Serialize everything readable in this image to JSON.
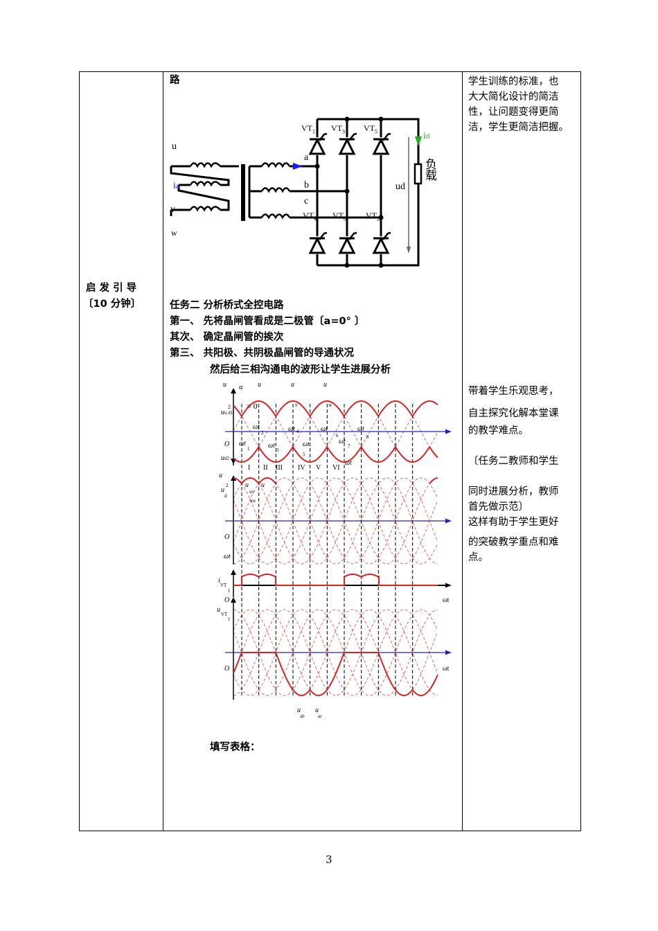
{
  "left_col": {
    "stage": "启 发 引 导",
    "duration": "〔10 分钟〕"
  },
  "middle": {
    "heading_tail": "路",
    "circuit": {
      "primary_labels": [
        "u",
        "i",
        "a",
        "v",
        "w"
      ],
      "secondary_labels": [
        "a",
        "b",
        "c"
      ],
      "thyristors_top": [
        "VT",
        "1",
        "VT",
        "3",
        "VT",
        "5"
      ],
      "thyristors_bottom": [
        "VT",
        "4",
        "VT",
        "6",
        "VT",
        "2"
      ],
      "ud": "ud",
      "id": "i",
      "id_sub": "d",
      "load": [
        "负",
        "载"
      ],
      "colors": {
        "ia": "#1a1aff",
        "id": "#22aa22"
      }
    },
    "task_lines": [
      "任务二  分析桥式全控电路",
      "第一、  先将晶闸管看成是二极管〔a=0°  〕",
      "其次、  确定晶闸管的挨次",
      "第三、  共阳极、共阴极晶闸管的导通状况",
      "然后给三相沟通电的波形让学生进展分析"
    ],
    "waveform": {
      "labels": {
        "u": "u",
        "alpha": "α",
        "eq0": "= 0",
        "v": "v",
        "w": "w",
        "two": "2",
        "ud1": "u",
        "ud1_sub": "u d1",
        "wt": "ωt",
        "s1": "1",
        "s2": "2",
        "s3": "3",
        "s4": "4",
        "s5": "5",
        "s6": "6",
        "s7": "7",
        "s8": "8",
        "O": "O",
        "ud2": "u",
        "ud2_sub": "d2",
        "roman": [
          "I",
          "II",
          "III",
          "IV",
          "V",
          "VI"
        ],
        "ud_sub": "d",
        "uv": "uv",
        "uw": "uw",
        "ivt": "i",
        "vt_sub": "VT",
        "one": "1",
        "uvt": "u",
        "uab": "u",
        "ab": "ab",
        "uac": "u",
        "ac": "ac"
      },
      "colors": {
        "wave": "#dd2222",
        "axis": "#2222cc"
      }
    },
    "fill_table": "填写表格："
  },
  "right_col": {
    "block1": [
      "学生训练的标准，也",
      "大大简化设计的简洁",
      "性，让问题变得更简",
      "洁，学生更简洁把握。"
    ],
    "block2": [
      "带着学生乐观思考，",
      "自主探究化解本堂课",
      "的教学难点。",
      "〔任务二教师和学生",
      "同时进展分析，教师",
      "首先做示范〕",
      "这样有助于学生更好",
      "的突破教学重点和难",
      "点。"
    ]
  },
  "page_number": "3"
}
